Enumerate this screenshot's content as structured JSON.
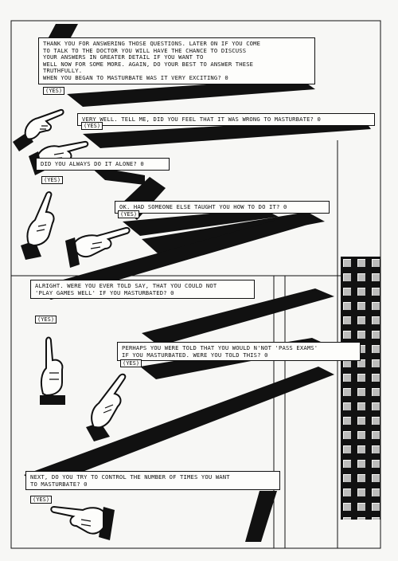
{
  "dialogue": [
    {
      "question_lines": [
        "THANK YOU FOR ANSWERING THOSE QUESTIONS.  LATER ON IF YOU COME",
        "TO TALK TO THE DOCTOR YOU WILL HAVE THE CHANCE TO DISCUSS",
        "YOUR ANSWERS IN GREATER DETAIL IF YOU WANT TO",
        "WELL NOW FOR SOME MORE.  AGAIN, DO YOUR BEST TO ANSWER THESE",
        "TRUTHFULLY.",
        "WHEN YOU BEGAN TO MASTURBATE WAS IT VERY EXCITING? 0"
      ],
      "answer": "(YES)"
    },
    {
      "question_lines": [
        "VERY WELL. TELL ME, DID YOU FEEL THAT IT WAS WRONG TO MASTURBATE? 0"
      ],
      "answer": "(YES)"
    },
    {
      "question_lines": [
        "DID YOU ALWAYS DO IT ALONE? 0"
      ],
      "answer": "(YES)"
    },
    {
      "question_lines": [
        "OK. HAD SOMEONE ELSE TAUGHT YOU HOW TO DO IT? 0"
      ],
      "answer": "(YES)"
    },
    {
      "question_lines": [
        "ALRIGHT. WERE YOU EVER TOLD SAY, THAT YOU COULD NOT",
        "'PLAY GAMES WELL' IF YOU MASTURBATED? 0"
      ],
      "answer": "(YES)"
    },
    {
      "question_lines": [
        "PERHAPS YOU WERE TOLD THAT YOU WOULD N'NOT 'PASS EXAMS'",
        "IF YOU MASTURBATED. WERE YOU TOLD THIS? 0"
      ],
      "answer": "(YES)"
    },
    {
      "question_lines": [
        "NEXT, DO YOU TRY TO CONTROL THE NUMBER OF TIMES YOU WANT",
        "TO MASTURBATE? 0"
      ],
      "answer": "(YES)"
    }
  ],
  "colors": {
    "ink": "#111111",
    "paper": "#f7f7f5",
    "box": "#fdfdfb"
  },
  "icons": [
    "pointing-hand-icon",
    "checkered-blocks-pattern"
  ]
}
